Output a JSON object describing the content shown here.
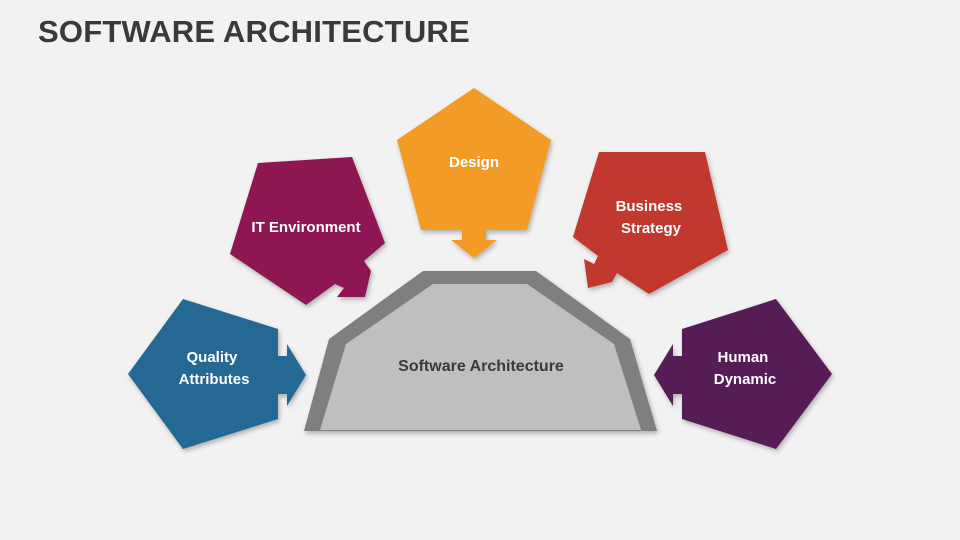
{
  "title": "SOFTWARE ARCHITECTURE",
  "center": {
    "label": "Software Architecture",
    "outer_color": "#7f7f7f",
    "inner_color": "#bfbfbf"
  },
  "nodes": [
    {
      "id": "quality-attributes",
      "lines": [
        "Quality",
        "Attributes"
      ],
      "color": "#266894"
    },
    {
      "id": "it-environment",
      "lines": [
        "IT Environment"
      ],
      "color": "#8e1853"
    },
    {
      "id": "design",
      "lines": [
        "Design"
      ],
      "color": "#f29b26"
    },
    {
      "id": "business-strategy",
      "lines": [
        "Business",
        "Strategy"
      ],
      "color": "#c0392e"
    },
    {
      "id": "human-dynamic",
      "lines": [
        "Human",
        "Dynamic"
      ],
      "color": "#561a56"
    }
  ]
}
